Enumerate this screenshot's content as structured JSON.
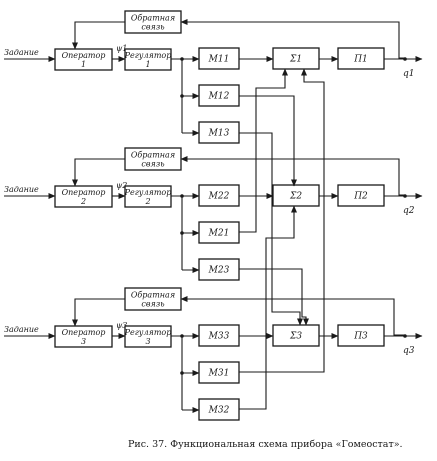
{
  "caption": "Рис. 37. Функциональная схема прибора «Гомеостат».",
  "groups": [
    {
      "feedback": [
        "Обратная",
        "связь"
      ],
      "input": "Задание",
      "operator": [
        "Оператор",
        "1"
      ],
      "psi": "ψ1",
      "regulator": [
        "Регулятор",
        "1"
      ],
      "modules": [
        "M11",
        "M12",
        "M13"
      ],
      "sum": "Σ1",
      "p": "П1",
      "output": "q1"
    },
    {
      "feedback": [
        "Обратная",
        "связь"
      ],
      "input": "Задание",
      "operator": [
        "Оператор",
        "2"
      ],
      "psi": "ψ2",
      "regulator": [
        "Регулятор",
        "2"
      ],
      "modules": [
        "M22",
        "M21",
        "M23"
      ],
      "sum": "Σ2",
      "p": "П2",
      "output": "q2"
    },
    {
      "feedback": [
        "Обратная",
        "связь"
      ],
      "input": "Задание",
      "operator": [
        "Оператор",
        "3"
      ],
      "psi": "ψ3",
      "regulator": [
        "Регулятор",
        "3"
      ],
      "modules": [
        "M33",
        "M31",
        "M32"
      ],
      "sum": "Σ3",
      "p": "П3",
      "output": "q3"
    }
  ]
}
